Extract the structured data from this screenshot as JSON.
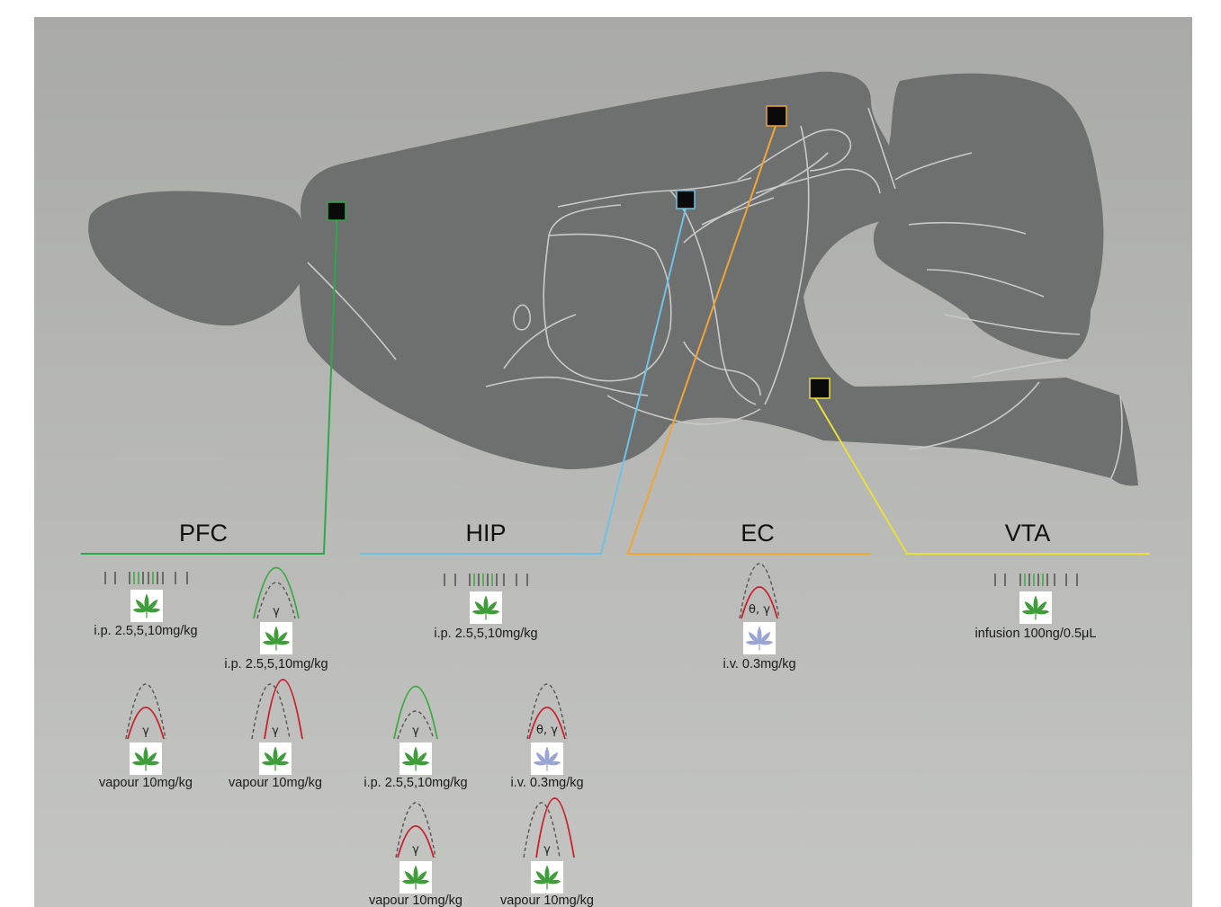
{
  "colors": {
    "background": "#b5b6b3",
    "brain": "#6e6f6f",
    "outline": "#c9cac8",
    "pfc": "#2fa84a",
    "hip": "#6ec3e3",
    "ec": "#f0a534",
    "vta": "#eadf3a",
    "increase": "#40a845",
    "decrease": "#c8202c",
    "baseline": "#555555",
    "cannabis_leaf": "#3f9e3a",
    "synthetic_leaf": "#9aa5d3"
  },
  "regions": {
    "pfc": {
      "name": "PFC"
    },
    "hip": {
      "name": "HIP"
    },
    "ec": {
      "name": "EC"
    },
    "vta": {
      "name": "VTA"
    }
  },
  "bands": {
    "gamma": "γ",
    "theta_gamma": "θ, γ"
  },
  "panels": {
    "pfc_firing": {
      "caption": "i.p. 2.5,5,10mg/kg"
    },
    "pfc_ip": {
      "caption": "i.p. 2.5,5,10mg/kg"
    },
    "pfc_vapour_a": {
      "caption": "vapour 10mg/kg"
    },
    "pfc_vapour_b": {
      "caption": "vapour 10mg/kg"
    },
    "hip_firing": {
      "caption": "i.p. 2.5,5,10mg/kg"
    },
    "hip_ip": {
      "caption": "i.p. 2.5,5,10mg/kg"
    },
    "hip_iv": {
      "caption": "i.v. 0.3mg/kg"
    },
    "hip_vapour_a": {
      "caption": "vapour 10mg/kg"
    },
    "hip_vapour_b": {
      "caption": "vapour 10mg/kg"
    },
    "ec_iv": {
      "caption": "i.v. 0.3mg/kg"
    },
    "vta_firing": {
      "caption": "infusion 100ng/0.5μL"
    }
  }
}
